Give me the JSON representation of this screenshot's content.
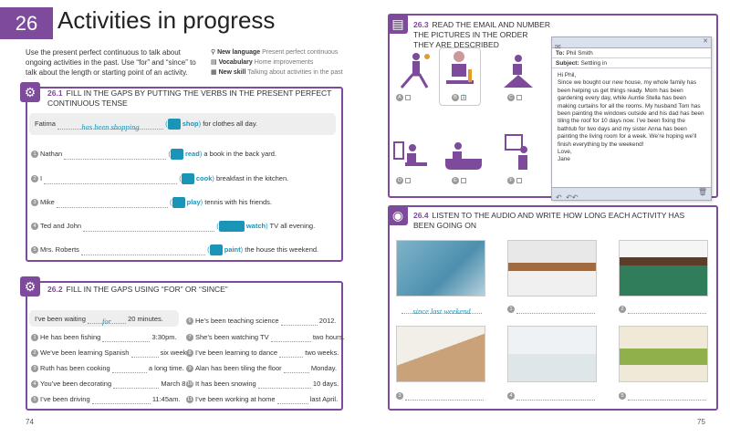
{
  "unit": {
    "number": "26",
    "title": "Activities in progress"
  },
  "intro": "Use the present perfect continuous to talk about ongoing activities in the past. Use “for” and “since” to talk about the length or starting point of an activity.",
  "legend": {
    "new_language_label": "New language",
    "new_language": "Present perfect continuous",
    "vocabulary_label": "Vocabulary",
    "vocabulary": "Home improvements",
    "new_skill_label": "New skill",
    "new_skill": "Talking about activities in the past"
  },
  "ex1": {
    "num": "26.1",
    "title": "Fill in the gaps by putting the verbs in the present perfect continuous tense",
    "example": {
      "subject": "Fatima",
      "answer": "has been shopping",
      "verb": "shop",
      "rest": "for clothes all day."
    },
    "items": [
      {
        "n": "1",
        "subject": "Nathan",
        "verb": "read",
        "rest": "a book in the back yard."
      },
      {
        "n": "2",
        "subject": "I",
        "verb": "cook",
        "rest": "breakfast in the kitchen."
      },
      {
        "n": "3",
        "subject": "Mike",
        "verb": "play",
        "rest": "tennis with his friends."
      },
      {
        "n": "4",
        "subject": "Ted and John",
        "verb": "watch",
        "rest": "TV all evening."
      },
      {
        "n": "5",
        "subject": "Mrs. Roberts",
        "verb": "paint",
        "rest": "the house this weekend."
      }
    ]
  },
  "ex2": {
    "num": "26.2",
    "title": "Fill in the gaps using “for” or “since”",
    "example": {
      "before": "I’ve been waiting",
      "answer": "for",
      "after": "20 minutes."
    },
    "left": [
      {
        "n": "1",
        "before": "He has been fishing",
        "after": "3:30pm."
      },
      {
        "n": "2",
        "before": "We’ve been learning Spanish",
        "after": "six weeks."
      },
      {
        "n": "3",
        "before": "Ruth has been cooking",
        "after": "a long time."
      },
      {
        "n": "4",
        "before": "You’ve been decorating",
        "after": "March 8."
      },
      {
        "n": "5",
        "before": "I’ve been driving",
        "after": "11:45am."
      }
    ],
    "right": [
      {
        "n": "6",
        "before": "He’s been teaching science",
        "after": "2012."
      },
      {
        "n": "7",
        "before": "She’s been watching TV",
        "after": "two hours."
      },
      {
        "n": "8",
        "before": "I’ve been learning to dance",
        "after": "two weeks."
      },
      {
        "n": "9",
        "before": "Alan has been tiling the floor",
        "after": "Monday."
      },
      {
        "n": "10",
        "before": "It has been snowing",
        "after": "10 days."
      },
      {
        "n": "11",
        "before": "I’ve been working at home",
        "after": "last April."
      }
    ]
  },
  "ex3": {
    "num": "26.3",
    "title": "Read the email and number the pictures in the order they are described",
    "pics": [
      {
        "letter": "A",
        "value": ""
      },
      {
        "letter": "B",
        "value": "1"
      },
      {
        "letter": "C",
        "value": ""
      },
      {
        "letter": "D",
        "value": ""
      },
      {
        "letter": "E",
        "value": ""
      },
      {
        "letter": "F",
        "value": ""
      }
    ],
    "email": {
      "to_label": "To:",
      "to": "Phil Smith",
      "subject_label": "Subject:",
      "subject": "Settling in",
      "greeting": "Hi Phil,",
      "body": "Since we bought our new house, my whole family has been helping us get things ready. Mom has been gardening every day, while Auntie Stella has been making curtains for all the rooms. My husband Tom has been painting the windows outside and his dad has been tiling the roof for 10 days now. I’ve been fixing the bathtub for two days and my sister Anna has been painting the living room for a week. We’re hoping we’ll finish everything by the weekend!",
      "closing": "Love,",
      "sign": "Jane"
    }
  },
  "ex4": {
    "num": "26.4",
    "title": "Listen to the audio and write how long each activity has been going on",
    "example_answer": "since last weekend",
    "items": [
      "1",
      "2",
      "3",
      "4",
      "5"
    ]
  },
  "pages": {
    "left": "74",
    "right": "75"
  },
  "colors": {
    "accent": "#7e4a9b",
    "answer": "#1a95b8"
  }
}
